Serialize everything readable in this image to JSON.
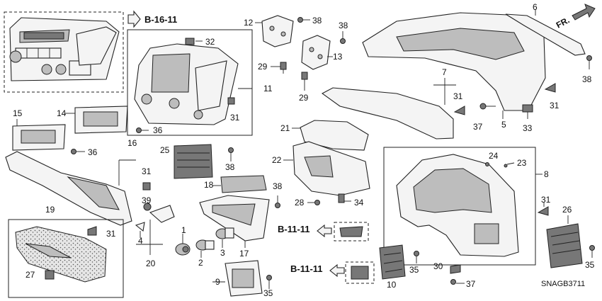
{
  "callouts": {
    "c1": "1",
    "c2": "2",
    "c3": "3",
    "c4": "4",
    "c5": "5",
    "c6": "6",
    "c7": "7",
    "c8": "8",
    "c9": "9",
    "c10": "10",
    "c11": "11",
    "c12": "12",
    "c13": "13",
    "c14": "14",
    "c15": "15",
    "c16": "16",
    "c17": "17",
    "c18": "18",
    "c19": "19",
    "c20": "20",
    "c21": "21",
    "c22": "22",
    "c23": "23",
    "c24": "24",
    "c25": "25",
    "c26": "26",
    "c27": "27",
    "c28": "28",
    "c29a": "29",
    "c29b": "29",
    "c30": "30",
    "c31a": "31",
    "c31b": "31",
    "c31c": "31",
    "c31d": "31",
    "c31e": "31",
    "c31f": "31",
    "c32": "32",
    "c33": "33",
    "c34": "34",
    "c35a": "35",
    "c35b": "35",
    "c35c": "35",
    "c36a": "36",
    "c36b": "36",
    "c37a": "37",
    "c37b": "37",
    "c38a": "38",
    "c38b": "38",
    "c38c": "38",
    "c38d": "38",
    "c38e": "38",
    "c39": "39"
  },
  "references": {
    "ref_b16": "B-16-11",
    "ref_b11a": "B-11-11",
    "ref_b11b": "B-11-11"
  },
  "front_label": "FR.",
  "part_code": "SNAGB3711"
}
